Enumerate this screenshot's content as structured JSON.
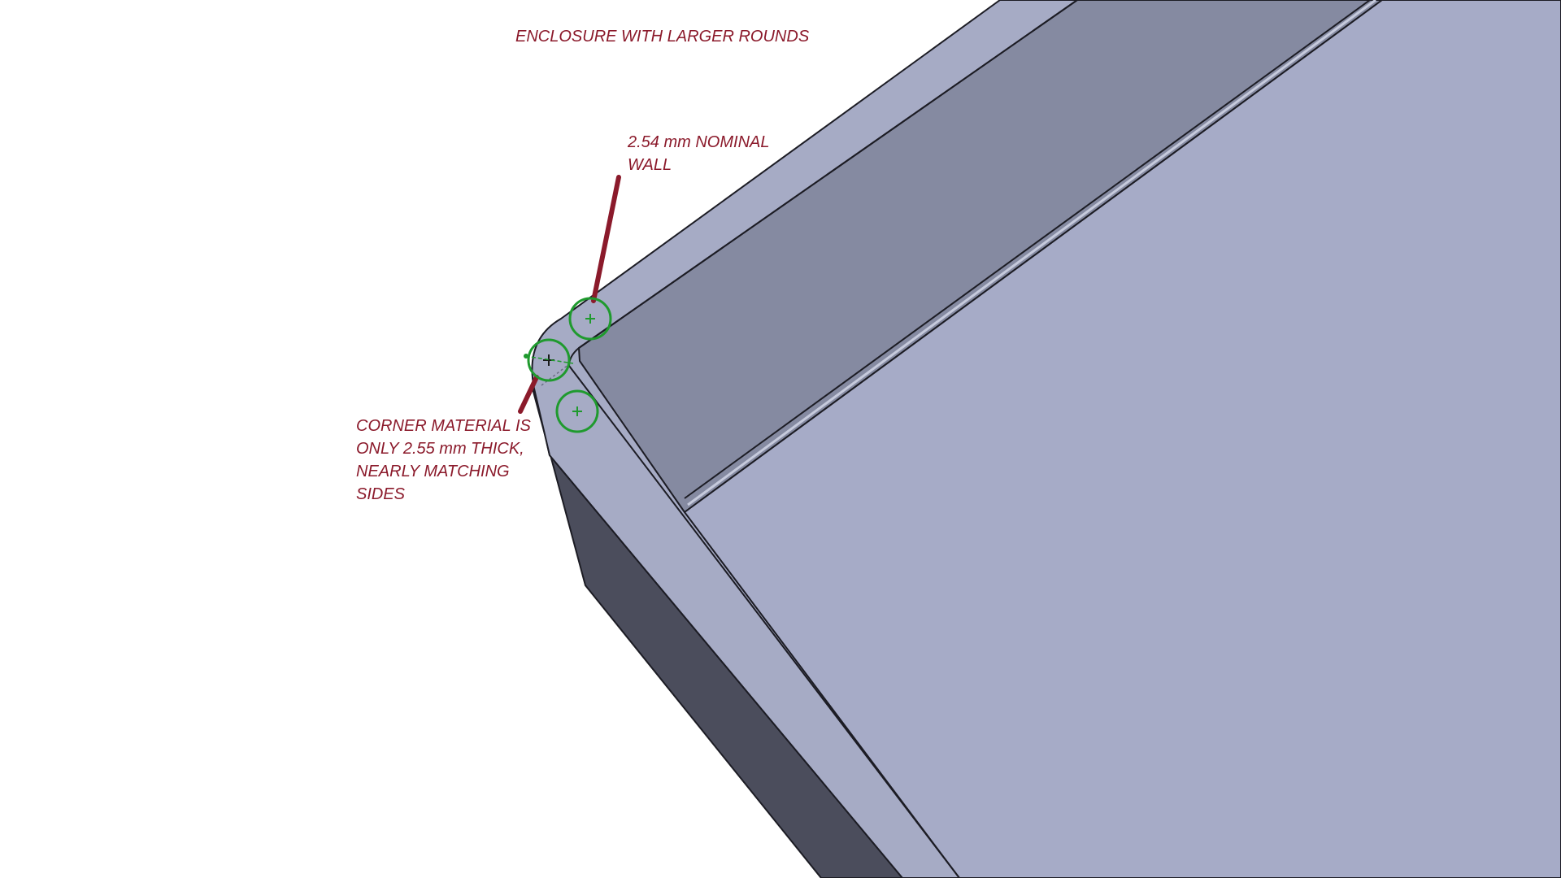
{
  "annotations": {
    "title": "ENCLOSURE WITH LARGER ROUNDS",
    "wall_label": {
      "lines": [
        "2.54 mm NOMINAL",
        "WALL"
      ]
    },
    "corner_label": {
      "lines": [
        "CORNER MATERIAL IS",
        "ONLY 2.55 mm THICK,",
        "NEARLY MATCHING",
        "SIDES"
      ]
    }
  },
  "colors": {
    "rim_top": "#a6abc5",
    "inner_wall": "#858aa1",
    "floor": "#a6abc7",
    "outer_side": "#4b4d5c",
    "outline": "#1c1c24",
    "leader": "#8b1a2b",
    "marker": "#1f9a2e",
    "text": "#8b1a2b"
  },
  "icons": {
    "measure_markers": "circle-crosshair-icon"
  }
}
